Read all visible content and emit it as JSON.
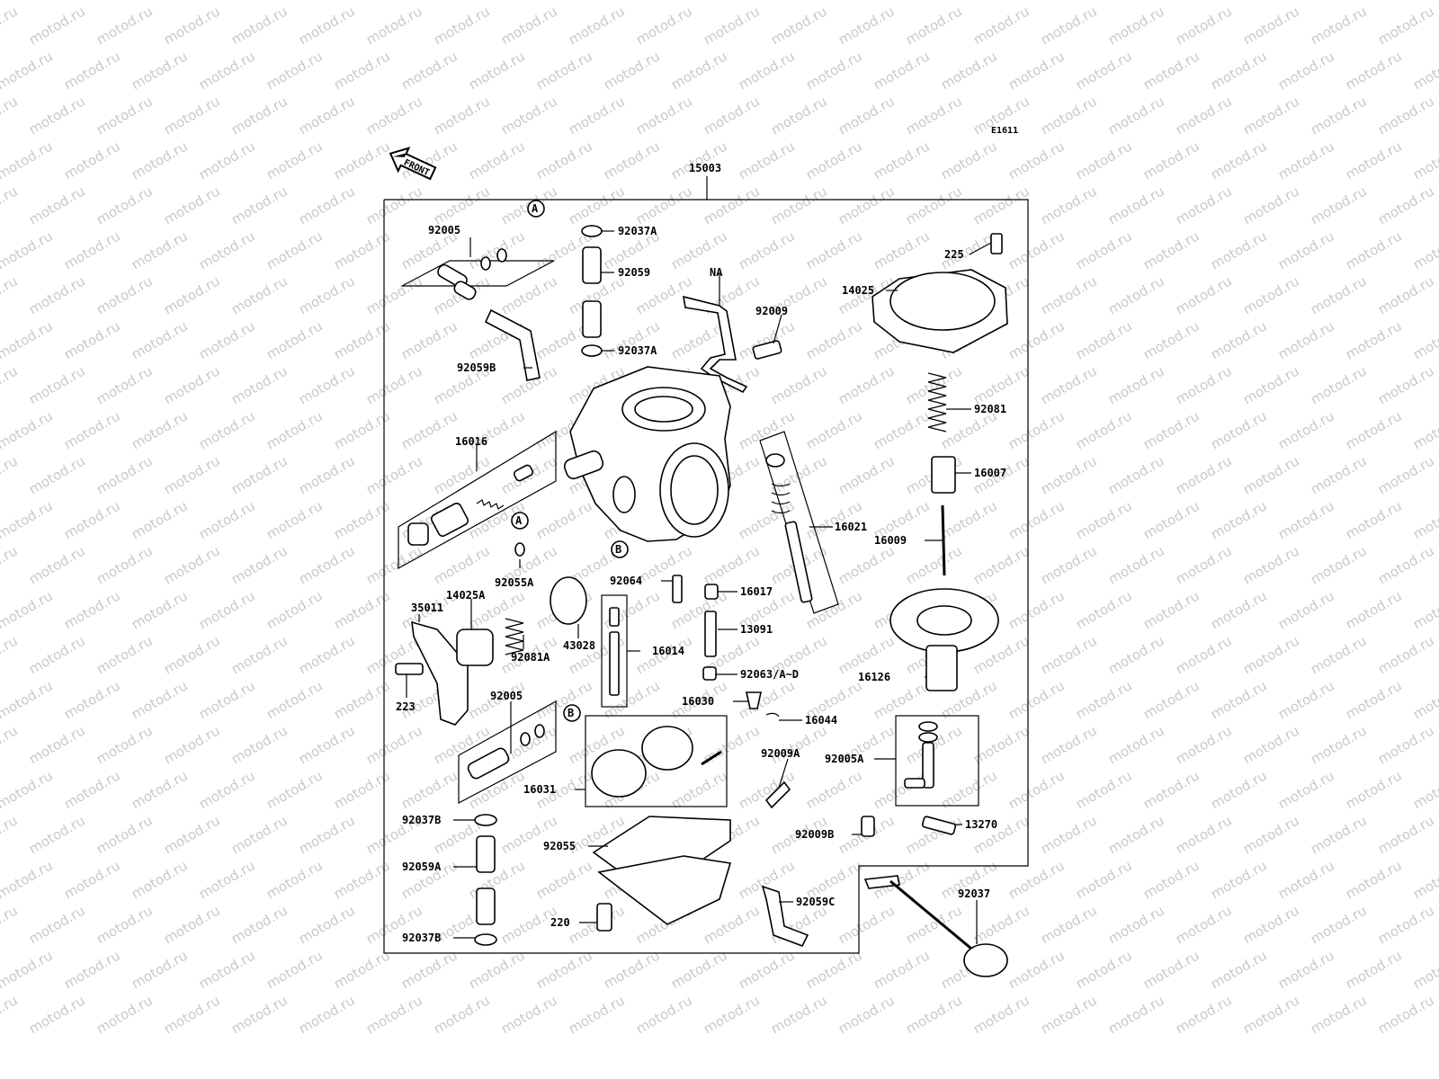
{
  "diagram": {
    "code": "E1611",
    "front_label": "FRONT",
    "assembly_number": "15003",
    "watermark": "motod.ru",
    "markers": [
      "A",
      "B"
    ],
    "parts": [
      {
        "id": "p92005a",
        "num": "92005"
      },
      {
        "id": "p92037a_top",
        "num": "92037A"
      },
      {
        "id": "p92059",
        "num": "92059"
      },
      {
        "id": "pna",
        "num": "NA"
      },
      {
        "id": "p92009",
        "num": "92009"
      },
      {
        "id": "p92037a_bot",
        "num": "92037A"
      },
      {
        "id": "p92059b",
        "num": "92059B"
      },
      {
        "id": "p225",
        "num": "225"
      },
      {
        "id": "p14025",
        "num": "14025"
      },
      {
        "id": "p92081",
        "num": "92081"
      },
      {
        "id": "p16007",
        "num": "16007"
      },
      {
        "id": "p16016",
        "num": "16016"
      },
      {
        "id": "p16021",
        "num": "16021"
      },
      {
        "id": "p16009",
        "num": "16009"
      },
      {
        "id": "p92055a",
        "num": "92055A"
      },
      {
        "id": "p92064",
        "num": "92064"
      },
      {
        "id": "p16017",
        "num": "16017"
      },
      {
        "id": "p14025a",
        "num": "14025A"
      },
      {
        "id": "p35011",
        "num": "35011"
      },
      {
        "id": "p13091",
        "num": "13091"
      },
      {
        "id": "p92081a",
        "num": "92081A"
      },
      {
        "id": "p43028",
        "num": "43028"
      },
      {
        "id": "p16014",
        "num": "16014"
      },
      {
        "id": "p16126",
        "num": "16126"
      },
      {
        "id": "p92063",
        "num": "92063/A~D"
      },
      {
        "id": "p223",
        "num": "223"
      },
      {
        "id": "p92005b",
        "num": "92005"
      },
      {
        "id": "p16030",
        "num": "16030"
      },
      {
        "id": "p16044",
        "num": "16044"
      },
      {
        "id": "p92009a",
        "num": "92009A"
      },
      {
        "id": "p92005a2",
        "num": "92005A"
      },
      {
        "id": "p16031",
        "num": "16031"
      },
      {
        "id": "p92037b_top",
        "num": "92037B"
      },
      {
        "id": "p92009b",
        "num": "92009B"
      },
      {
        "id": "p13270",
        "num": "13270"
      },
      {
        "id": "p92055",
        "num": "92055"
      },
      {
        "id": "p92059a",
        "num": "92059A"
      },
      {
        "id": "p92037",
        "num": "92037"
      },
      {
        "id": "p92059c",
        "num": "92059C"
      },
      {
        "id": "p220",
        "num": "220"
      },
      {
        "id": "p92037b_bot",
        "num": "92037B"
      }
    ]
  }
}
